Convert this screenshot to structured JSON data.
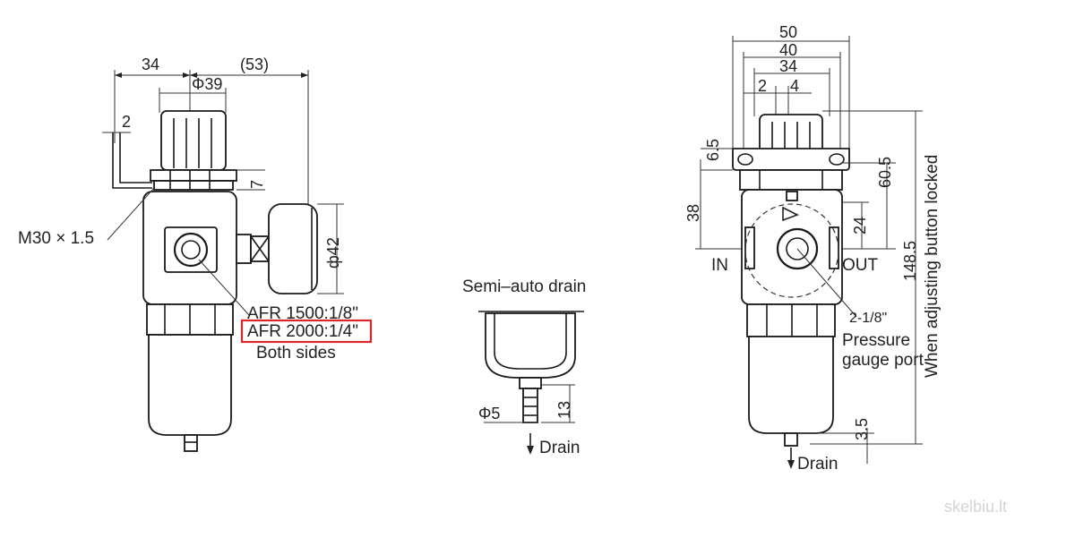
{
  "left_view": {
    "dim_34": "34",
    "dim_53": "(53)",
    "dim_phi39": "Φ39",
    "dim_2": "2",
    "dim_7": "7",
    "dim_phi42": "ф42",
    "thread": "M30 × 1.5",
    "port_1500": "AFR 1500:1/8\"",
    "port_2000": "AFR 2000:1/4\"",
    "both_sides": "Both sides",
    "highlight_color": "#d9262b"
  },
  "middle_view": {
    "title": "Semi–auto drain",
    "dim_13": "13",
    "dim_phi5": "Φ5",
    "drain": "Drain"
  },
  "right_view": {
    "dim_50": "50",
    "dim_40": "40",
    "dim_34": "34",
    "dim_2": "2",
    "dim_4": "4",
    "dim_6_5": "6.5",
    "dim_38": "38",
    "dim_60_5": "60.5",
    "dim_24": "24",
    "dim_148_5": "148.5",
    "dim_3_5": "3.5",
    "in": "IN",
    "out": "OUT",
    "gauge_thread": "2-1/8\"",
    "gauge_line1": "Pressure",
    "gauge_line2": "gauge port",
    "locked_note": "When adjusting button locked",
    "drain": "Drain"
  },
  "watermark": "skelbiu.lt"
}
